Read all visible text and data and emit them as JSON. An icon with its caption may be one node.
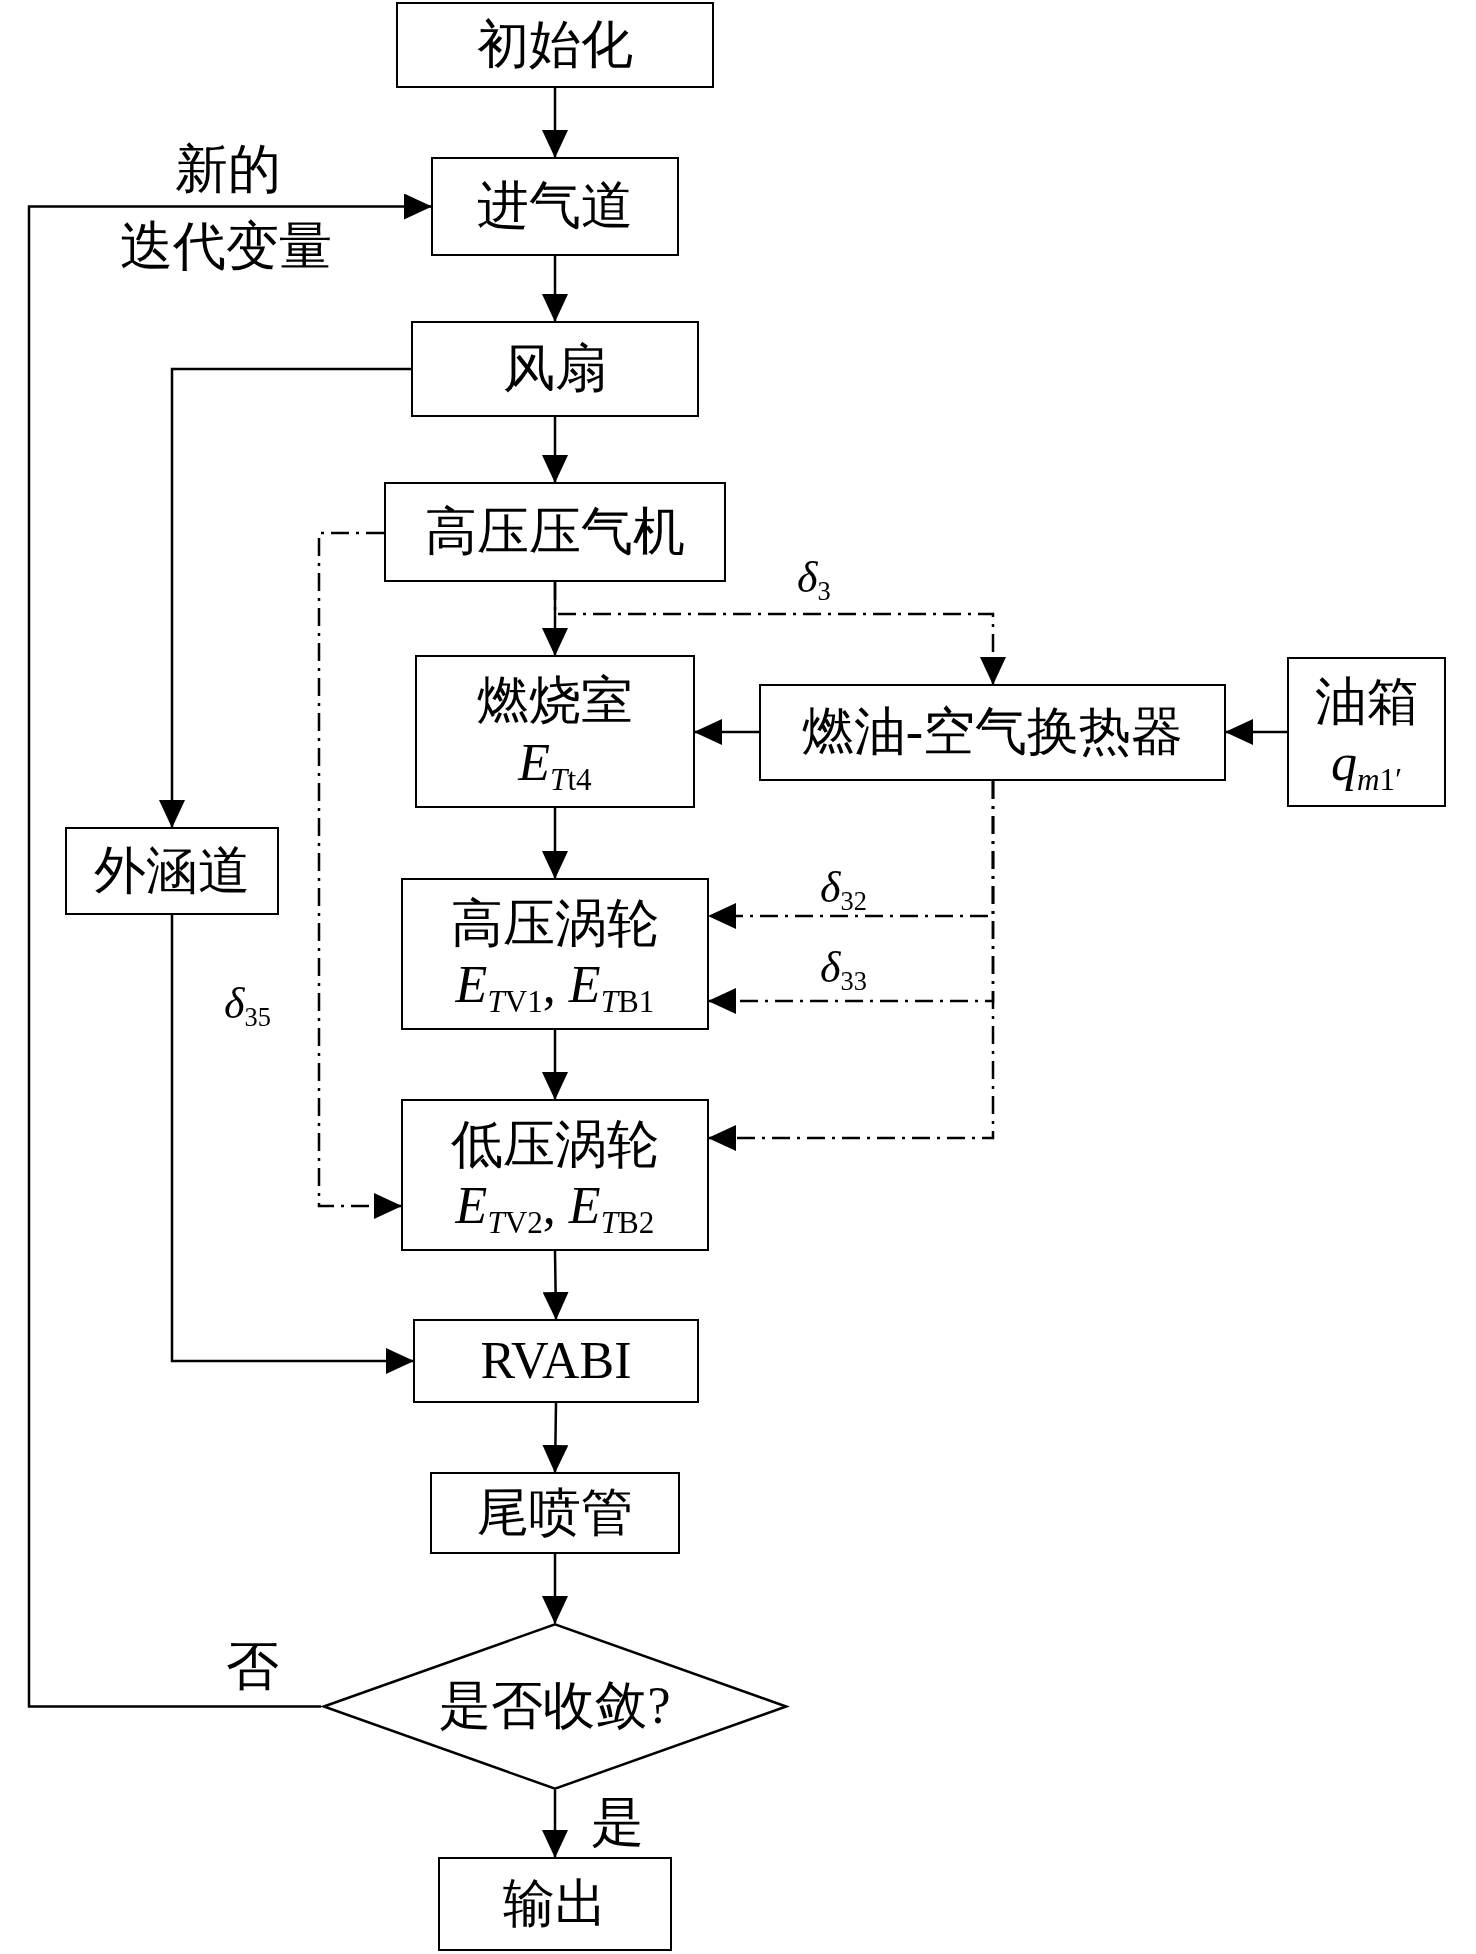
{
  "diagram": {
    "nodes": [
      {
        "text": [
          "初始化"
        ]
      },
      {
        "text": [
          "进气道"
        ]
      },
      {
        "text": [
          "风扇"
        ]
      },
      {
        "text": [
          "高压压气机"
        ]
      },
      {
        "text": [
          "燃烧室",
          "*E$_{T}$*$_{t4}$"
        ]
      },
      {
        "text": [
          "燃油-空气换热器"
        ]
      },
      {
        "text": [
          "油箱",
          "*q$_{m}$*$_{1′}$"
        ]
      },
      {
        "text": [
          "外涵道"
        ]
      },
      {
        "text": [
          "高压涡轮",
          "*E$_{T}$*$_{V1}$, *E$_{T}$*$_{B1}$"
        ]
      },
      {
        "text": [
          "低压涡轮",
          "*E$_{T}$*$_{V2}$, *E$_{T}$*$_{B2}$"
        ]
      },
      {
        "text": [
          "RVABI"
        ]
      },
      {
        "text": [
          "尾喷管"
        ]
      },
      {
        "text": [
          "是否收敛?"
        ]
      },
      {
        "text": [
          "输出"
        ]
      }
    ],
    "edges": [
      {
        "from": 0,
        "to": 1,
        "arrow": "to"
      },
      {
        "from": 1,
        "to": 2,
        "arrow": "to"
      },
      {
        "from": 2,
        "to": 3,
        "arrow": "to"
      },
      {
        "from": 3,
        "to": 4,
        "arrow": "to"
      },
      {
        "from": 4,
        "to": 8,
        "arrow": "to"
      },
      {
        "from": 8,
        "to": 9,
        "arrow": "to"
      },
      {
        "from": 9,
        "to": 10,
        "arrow": "to"
      },
      {
        "from": 10,
        "to": 11,
        "arrow": "to"
      },
      {
        "from": 11,
        "to": 12,
        "arrow": "to"
      },
      {
        "from": 12,
        "to": 13,
        "arrow": "to",
        "label": "是"
      },
      {
        "from": 12,
        "to": 1,
        "arrow": "to",
        "label": "否"
      },
      {
        "from": 2,
        "to": 7,
        "arrow": "to"
      },
      {
        "from": 7,
        "to": 10,
        "arrow": "to"
      },
      {
        "from": 3,
        "to": 5,
        "arrow": "to",
        "label": "*δ*$_{3}$",
        "style": "dashed"
      },
      {
        "from": 6,
        "to": 5,
        "arrow": "to"
      },
      {
        "from": 5,
        "to": 4,
        "arrow": "to"
      },
      {
        "from": 5,
        "to": 8,
        "arrow": "to",
        "label": "*δ*$_{32}$",
        "style": "dashed"
      },
      {
        "from": 5,
        "to": 8,
        "arrow": "to",
        "label": "*δ*$_{33}$",
        "style": "dashed"
      },
      {
        "from": 5,
        "to": 9,
        "arrow": "to",
        "style": "dashed"
      },
      {
        "from": 3,
        "to": 9,
        "arrow": "to",
        "label": "*δ*$_{35}$",
        "style": "dashed"
      }
    ],
    "labels": [
      "新的迭代变量"
    ]
  }
}
